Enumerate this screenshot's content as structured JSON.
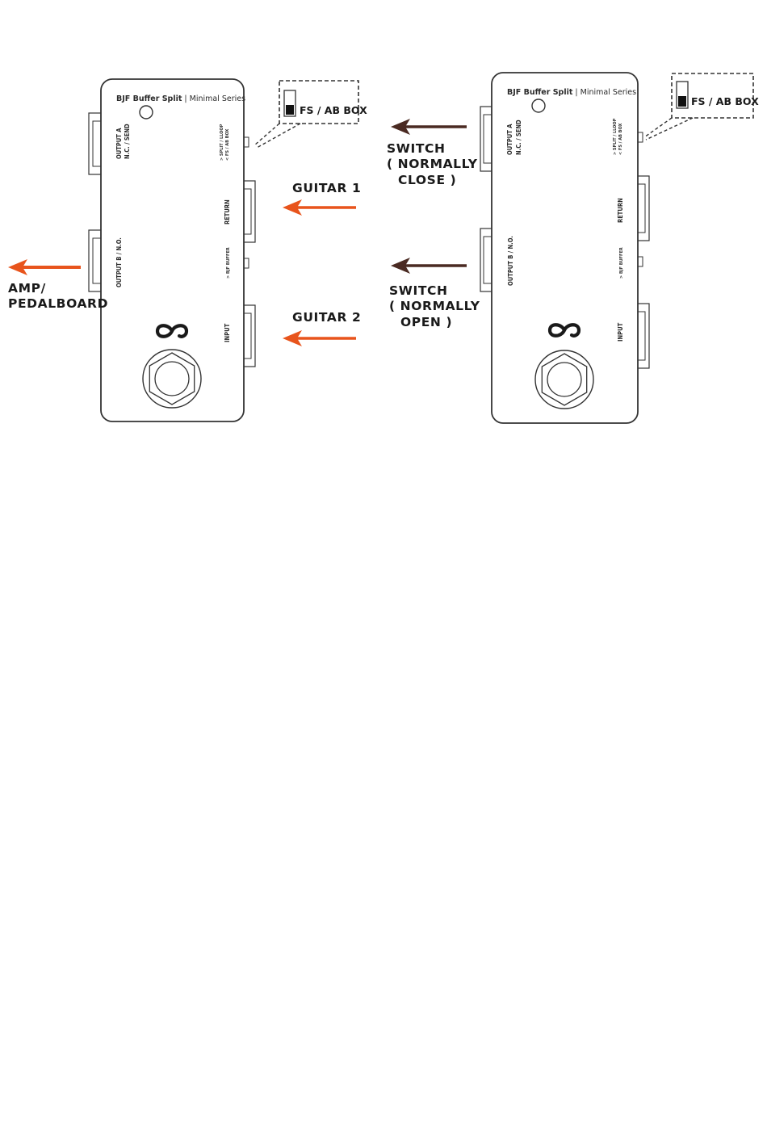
{
  "colors": {
    "orange_arrow": "#e8541c",
    "brown_arrow": "#4a2a22",
    "outline": "#333333"
  },
  "left_pedal": {
    "brand": "BJF Buffer Split",
    "series": "Minimal Series",
    "output_a_line1": "OUTPUT A",
    "output_a_line2": "N.C. / SEND",
    "output_b": "OUTPUT B / N.O.",
    "return": "RETURN",
    "input": "INPUT",
    "switch_label_1": "> SPLIT / LLOOP",
    "switch_label_2": "< FS / AB BOX",
    "buffer_label": "> BJF BUFFER",
    "callout": "FS / AB BOX"
  },
  "right_pedal": {
    "brand": "BJF Buffer Split",
    "series": "Minimal Series",
    "output_a_line1": "OUTPUT A",
    "output_a_line2": "N.C. / SEND",
    "output_b": "OUTPUT B / N.O.",
    "return": "RETURN",
    "input": "INPUT",
    "switch_label_1": "> SPLIT / LLOOP",
    "switch_label_2": "< FS / AB BOX",
    "buffer_label": "> BJF BUFFER",
    "callout": "FS / AB BOX"
  },
  "labels": {
    "amp_line1": "AMP/",
    "amp_line2": "PEDALBOARD",
    "guitar1": "GUITAR 1",
    "guitar2": "GUITAR 2",
    "switch_nc_line1": "SWITCH",
    "switch_nc_line2": "( NORMALLY",
    "switch_nc_line3": "CLOSE )",
    "switch_no_line1": "SWITCH",
    "switch_no_line2": "( NORMALLY",
    "switch_no_line3": "OPEN )"
  },
  "icons": {
    "logo": "infinity-loop-logo",
    "footswitch": "hex-nut-footswitch",
    "led": "led-circle",
    "dip_switch": "dip-switch-toggle"
  }
}
